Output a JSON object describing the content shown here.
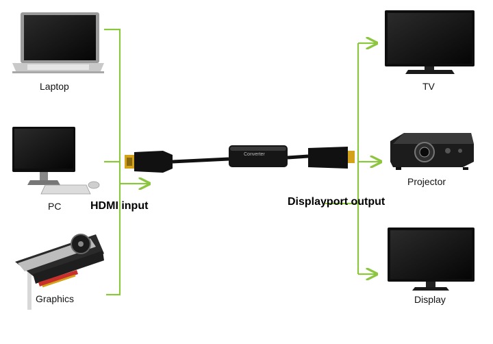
{
  "left_devices": [
    {
      "id": "laptop",
      "label": "Laptop"
    },
    {
      "id": "pc",
      "label": "PC"
    },
    {
      "id": "graphics",
      "label": "Graphics"
    }
  ],
  "right_devices": [
    {
      "id": "tv",
      "label": "TV"
    },
    {
      "id": "projector",
      "label": "Projector"
    },
    {
      "id": "display",
      "label": "Display"
    }
  ],
  "input_label": "HDMI input",
  "output_label": "Displayport output",
  "converter_label": "Converter",
  "colors": {
    "arrow": "#8cc63f",
    "device_dark": "#1a1a1a",
    "gold": "#d4a21a"
  }
}
